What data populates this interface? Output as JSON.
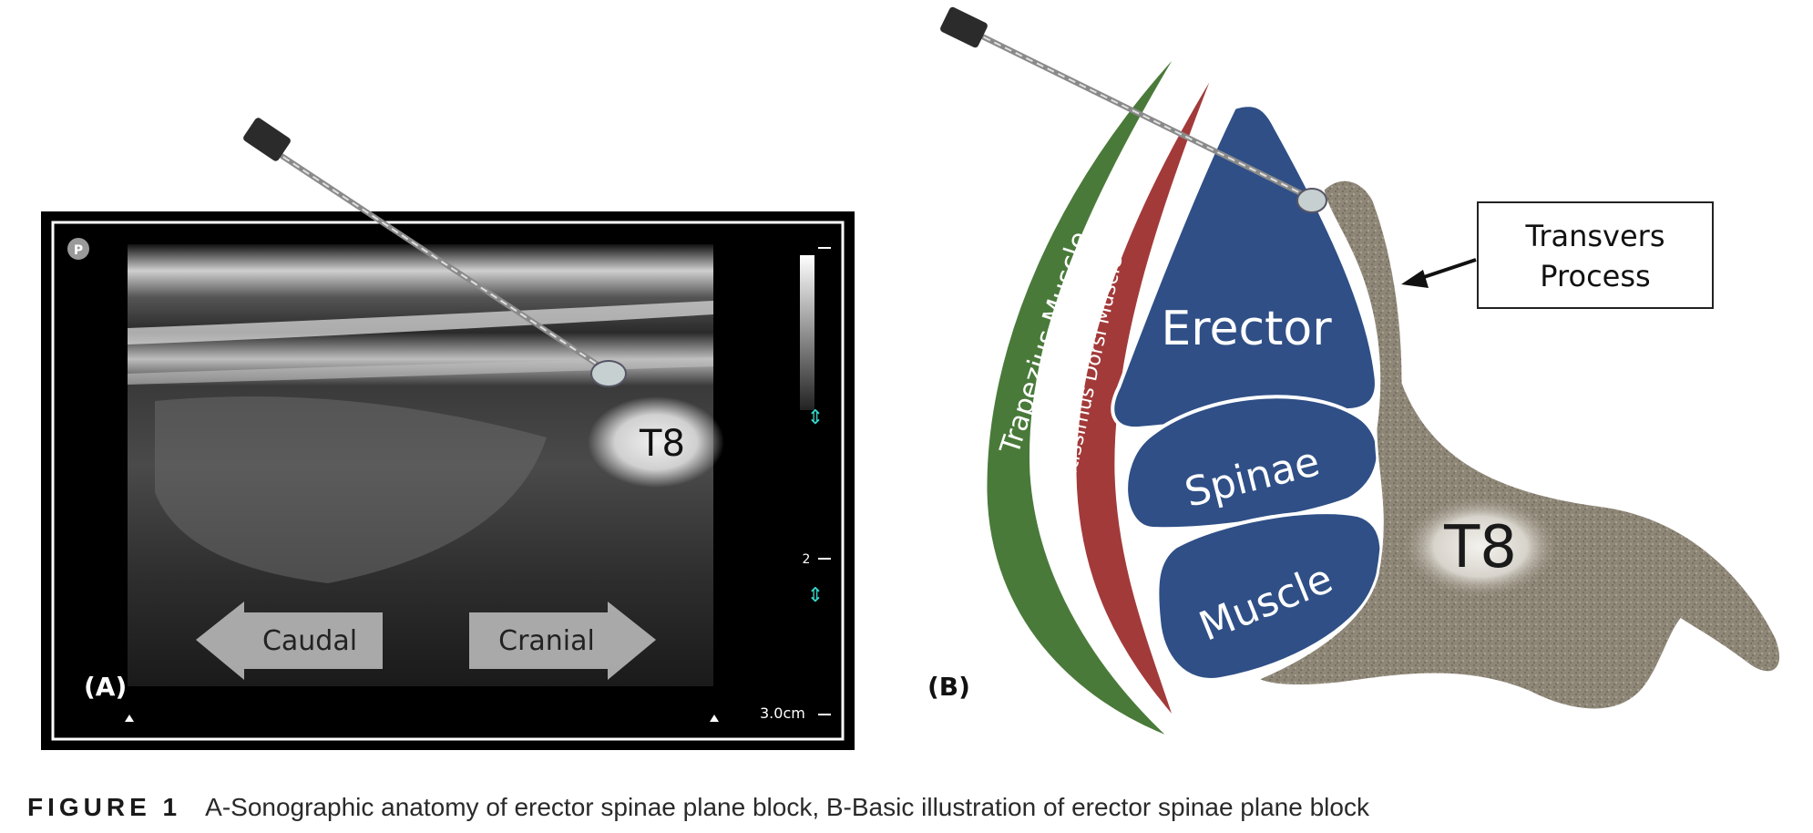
{
  "panel_a": {
    "label": "(A)",
    "probe_marker": "P",
    "bone_label": "T8",
    "direction_left": "Caudal",
    "direction_right": "Cranial",
    "depth_mark": "2",
    "scale": "3.0cm"
  },
  "panel_b": {
    "label": "(B)",
    "muscle_outer": "Trapezius Muscle",
    "muscle_middle": "Latissimus Dorsi Muscle",
    "erector_word_1": "Erector",
    "erector_word_2": "Spinae",
    "erector_word_3": "Muscle",
    "bone_label": "T8",
    "callout_line_1": "Transvers",
    "callout_line_2": "Process",
    "colors": {
      "trapezius": "#4a7a3a",
      "latissimus": "#a33a3a",
      "erector": "#2f4f86",
      "bone": "#8a8070"
    }
  },
  "caption": {
    "figure_number": "FIGURE 1",
    "text": "A-Sonographic anatomy of erector spinae plane block, B-Basic illustration of erector spinae plane block"
  }
}
